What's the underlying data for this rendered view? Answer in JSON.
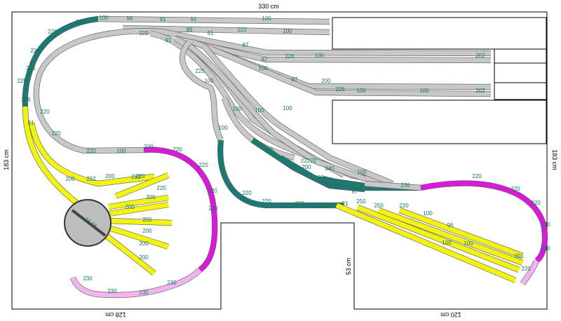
{
  "dimensions": {
    "top_width": "330 cm",
    "left_height": "183 cm",
    "right_height": "183 cm",
    "notch_depth": "53 cm",
    "bottom_left_width": "128 cm",
    "bottom_right_width": "120 cm"
  },
  "colors": {
    "grey_track": "#c8c8c8",
    "teal_track": "#1b7b73",
    "yellow_track": "#f3f312",
    "magenta_track": "#d91ad9",
    "pink_track": "#f3b5f0",
    "label": "#117766",
    "outline": "#000000"
  },
  "turntable": {
    "label": "15,55"
  },
  "track_labels": [
    "100",
    "96",
    "91",
    "91",
    "100",
    "100",
    "225",
    "226",
    "226",
    "225",
    "225",
    "236",
    "222",
    "222",
    "91",
    "91",
    "96",
    "87",
    "87",
    "226",
    "100",
    "202",
    "202",
    "100",
    "100",
    "87",
    "200",
    "226",
    "100",
    "100",
    "100",
    "100",
    "100",
    "100",
    "220",
    "220",
    "220",
    "220",
    "220",
    "220",
    "100",
    "220",
    "220",
    "91",
    "200",
    "200",
    "222",
    "222",
    "200",
    "200",
    "200",
    "200",
    "200",
    "200",
    "230",
    "230",
    "230",
    "230",
    "220",
    "220",
    "220",
    "220",
    "220",
    "200",
    "200",
    "91",
    "97",
    "236",
    "100",
    "220",
    "220",
    "220",
    "220",
    "250",
    "250",
    "220",
    "100",
    "96",
    "100",
    "100",
    "201",
    "220",
    "230",
    "240",
    "96",
    "22222",
    "225"
  ]
}
